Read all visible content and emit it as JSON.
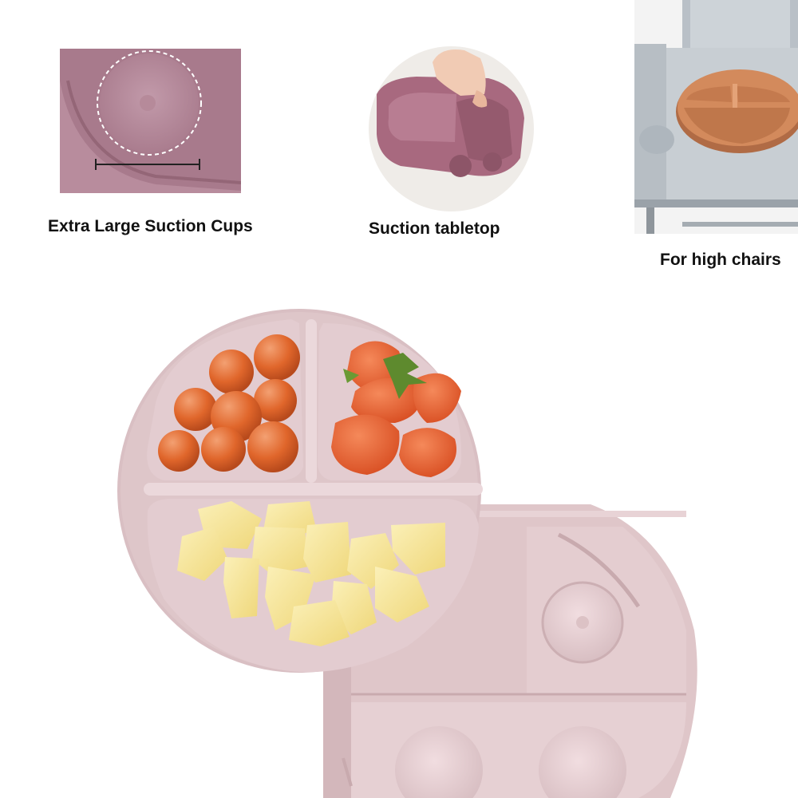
{
  "features": [
    {
      "caption": "Extra Large Suction Cups",
      "icon": "suction-cup-closeup"
    },
    {
      "caption": "Suction tabletop",
      "icon": "hand-lifting-plate"
    },
    {
      "caption": "For high chairs",
      "icon": "high-chair-tray"
    }
  ],
  "colors": {
    "plate_pink": "#dcc3c6",
    "plate_pink_dark": "#c7a9ad",
    "closeup_mauve": "#a87a8c",
    "tabletop_plate": "#a8697f",
    "high_chair_plate": "#d38a5c",
    "high_chair_tray": "#c8ced3",
    "tomato": "#e0662b",
    "strawberry": "#e9642e",
    "apple": "#f6e59a"
  }
}
